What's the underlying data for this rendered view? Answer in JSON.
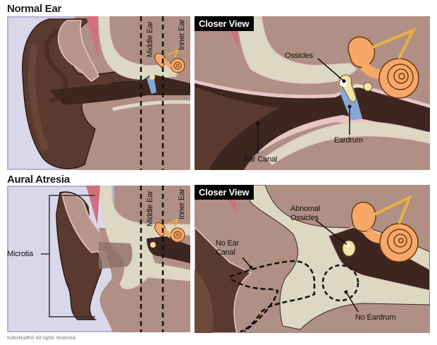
{
  "sections": [
    {
      "title": "Normal Ear",
      "overview": {
        "region_labels": [
          "Middle Ear",
          "Inner Ear"
        ]
      },
      "closer_view": {
        "badge": "Closer View",
        "callouts": [
          "Ossicles",
          "Eardrum",
          "Ear Canal"
        ]
      }
    },
    {
      "title": "Aural Atresia",
      "overview": {
        "region_labels": [
          "Middle Ear",
          "Inner Ear"
        ],
        "bracket_label": "Microtia"
      },
      "closer_view": {
        "badge": "Closer View",
        "callouts": [
          "Abnomal\nOssicles",
          "No Ear\nCanal",
          "No Eardrum"
        ]
      }
    }
  ],
  "copyright": "KidsHealth® All rights reserved.",
  "colors": {
    "background_lavender": "#d9d7ea",
    "lavender_border": "#b6b3d6",
    "tissue": "#b08f85",
    "ear_dark": "#5a3a2e",
    "ear_mid": "#6e4a3c",
    "canal_dark": "#3e2620",
    "bone": "#dcd8c2",
    "muscle": "#d0707a",
    "inner_ear_orange": "#f7a868",
    "eardrum_blue": "#88a8d8",
    "ossicle_cream": "#f3e3a8",
    "skin_outline": "#e8c6c4"
  }
}
